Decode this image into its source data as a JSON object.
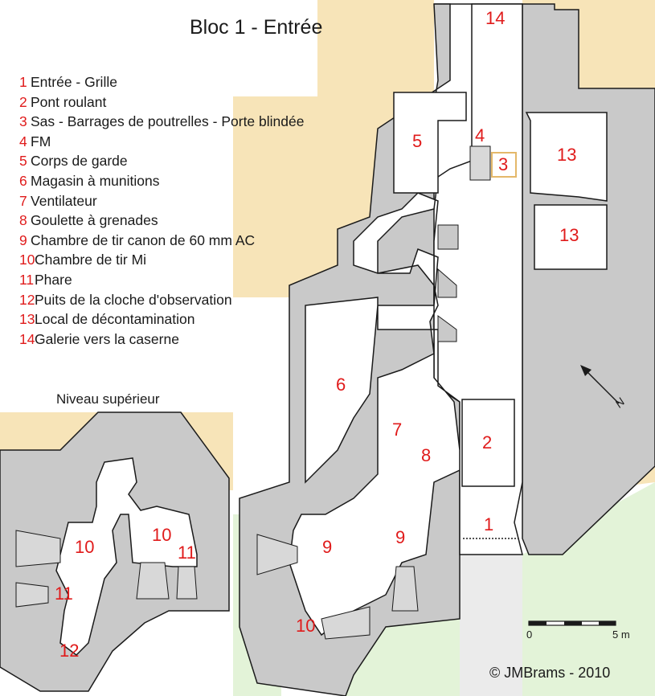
{
  "title": "Bloc 1 - Entrée",
  "legend": [
    {
      "num": "1",
      "label": "Entrée - Grille"
    },
    {
      "num": "2",
      "label": "Pont roulant"
    },
    {
      "num": "3",
      "label": "Sas - Barrages de poutrelles - Porte blindée"
    },
    {
      "num": "4",
      "label": "FM"
    },
    {
      "num": "5",
      "label": "Corps de garde"
    },
    {
      "num": "6",
      "label": "Magasin à munitions"
    },
    {
      "num": "7",
      "label": "Ventilateur"
    },
    {
      "num": "8",
      "label": "Goulette à grenades"
    },
    {
      "num": "9",
      "label": "Chambre de tir canon de 60 mm AC"
    },
    {
      "num": "10",
      "label": "Chambre de tir Mi"
    },
    {
      "num": "11",
      "label": "Phare"
    },
    {
      "num": "12",
      "label": "Puits de la cloche d'observation"
    },
    {
      "num": "13",
      "label": "Local de décontamination"
    },
    {
      "num": "14",
      "label": "Galerie vers la caserne"
    }
  ],
  "upper_level_title": "Niveau supérieur",
  "room_labels": {
    "r14": "14",
    "r5": "5",
    "r4": "4",
    "r3": "3",
    "r13a": "13",
    "r13b": "13",
    "r6": "6",
    "r7": "7",
    "r8": "8",
    "r2": "2",
    "r1": "1",
    "r9a": "9",
    "r9b": "9",
    "r10": "10",
    "up10a": "10",
    "up10b": "10",
    "up11a": "11",
    "up11b": "11",
    "up12": "12"
  },
  "scale": {
    "start": "0",
    "end": "5 m"
  },
  "north_label": "N",
  "copyright": "©  JMBrams - 2010",
  "colors": {
    "label_red": "#e01b1b",
    "wall_gray": "#c9c9c9",
    "ground_sand": "#f7e4b8",
    "ground_green": "#e3f3d8",
    "path_gray": "#ebebeb",
    "outline": "#1a1a1a"
  }
}
